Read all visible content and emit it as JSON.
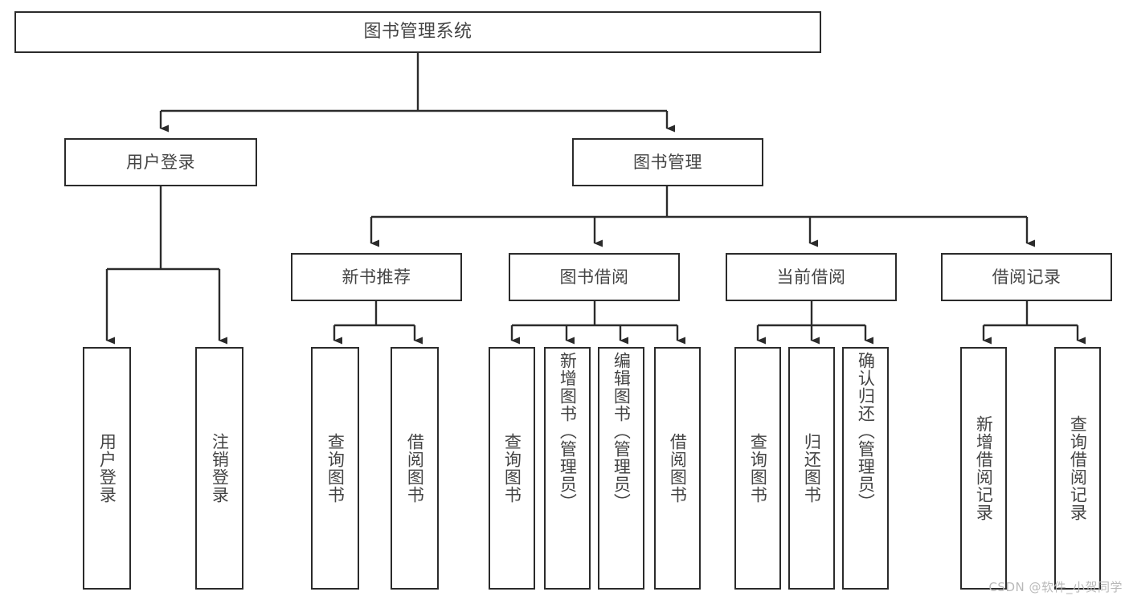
{
  "diagram": {
    "type": "tree-hierarchy-diagram",
    "title": "图书管理系统",
    "colors": {
      "background": "#ffffff",
      "box_border": "#2b2b2b",
      "box_fill": "#ffffff",
      "text": "#444444",
      "connector": "#2b2b2b",
      "watermark": "#b9b9b9"
    },
    "root": {
      "label": "图书管理系统"
    },
    "level2": [
      {
        "label": "用户登录"
      },
      {
        "label": "图书管理"
      }
    ],
    "level3": [
      {
        "label": "新书推荐"
      },
      {
        "label": "图书借阅"
      },
      {
        "label": "当前借阅"
      },
      {
        "label": "借阅记录"
      }
    ],
    "leaves": {
      "user_login": [
        {
          "label": "用户登录"
        },
        {
          "label": "注销登录"
        }
      ],
      "new_book_recommend": [
        {
          "label": "查询图书"
        },
        {
          "label": "借阅图书"
        }
      ],
      "book_borrow": [
        {
          "label": "查询图书"
        },
        {
          "label": "新增图书（管理员）"
        },
        {
          "label": "编辑图书（管理员）"
        },
        {
          "label": "借阅图书"
        }
      ],
      "current_borrow": [
        {
          "label": "查询图书"
        },
        {
          "label": "归还图书"
        },
        {
          "label": "确认归还（管理员）"
        }
      ],
      "borrow_record": [
        {
          "label": "新增借阅记录"
        },
        {
          "label": "查询借阅记录"
        }
      ]
    },
    "watermark": "CSDN @软件_小贺同学"
  }
}
